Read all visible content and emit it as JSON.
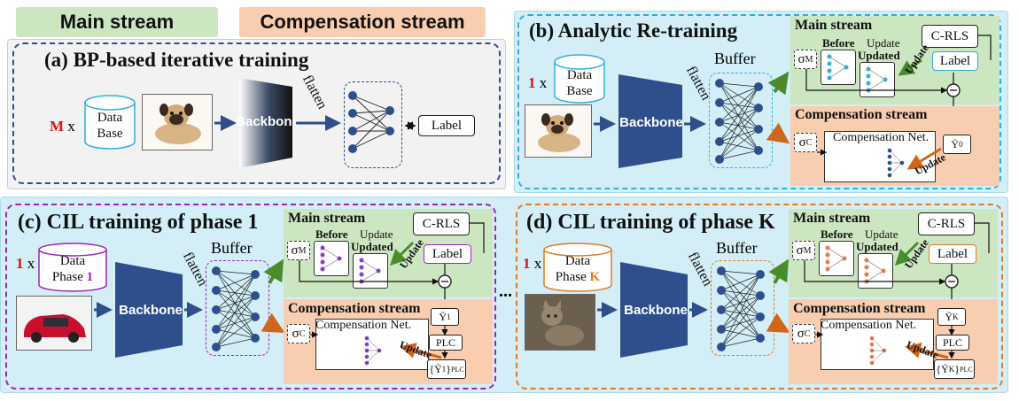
{
  "legend": {
    "main": "Main stream",
    "compensation": "Compensation stream"
  },
  "colors": {
    "main_bg": "#cde6c2",
    "comp_bg": "#f9cdb0",
    "cyan_bg": "#d3eef7",
    "gray_bg": "#f2f2f2",
    "backbone": "#2e4f8c",
    "panel_b_border": "#2bb0e0",
    "panel_c_border": "#a020c0",
    "panel_d_border": "#e07a20",
    "a_border": "#2c4d8f",
    "red": "#e01010",
    "orange": "#e07a20",
    "purple": "#a020c0"
  },
  "panel_a": {
    "title": "(a) BP-based iterative training",
    "multiplier": "M",
    "times": "x",
    "db_line1": "Data",
    "db_line2": "Base",
    "backbone": "Backbone",
    "flatten": "flatten",
    "label": "Label"
  },
  "panel_b": {
    "title": "(b) Analytic Re-training",
    "multiplier": "1",
    "times": "x",
    "db_line1": "Data",
    "db_line2": "Base",
    "backbone": "Backbone",
    "flatten": "flatten",
    "buffer": "Buffer",
    "main_stream": "Main stream",
    "before": "Before",
    "update": "Update",
    "updated": "Updated",
    "crls": "C-RLS",
    "label": "Label",
    "update_arrow": "Update",
    "sigma_m": "σ",
    "sigma_m_sub": "M",
    "comp_stream": "Compensation stream",
    "sigma_c": "σ",
    "sigma_c_sub": "C",
    "comp_net": "Compensation Net.",
    "y0": "Ỹ",
    "y0_sub": "0",
    "comp_update": "Update"
  },
  "panel_c": {
    "title": "(c) CIL training of phase 1",
    "multiplier": "1",
    "times": "x",
    "db_line1": "Data",
    "db_line2": "Phase ",
    "phase_num": "1",
    "backbone": "Backbone",
    "flatten": "flatten",
    "buffer": "Buffer",
    "main_stream": "Main stream",
    "before": "Before",
    "update": "Update",
    "updated": "Updated",
    "crls": "C-RLS",
    "label": "Label",
    "update_arrow": "Update",
    "sigma_m": "σ",
    "sigma_m_sub": "M",
    "comp_stream": "Compensation stream",
    "sigma_c": "σ",
    "sigma_c_sub": "C",
    "comp_net": "Compensation Net.",
    "y": "Ỹ",
    "y_sub": "1",
    "plc": "PLC",
    "ys": "{Ỹ",
    "ys_sub": "1",
    "ys_tail": "}",
    "ys_plc": "PLC",
    "comp_update": "Update"
  },
  "ellipsis": "...",
  "panel_d": {
    "title": "(d) CIL training of phase K",
    "multiplier": "1",
    "times": "x",
    "db_line1": "Data",
    "db_line2": "Phase ",
    "phase_num": "K",
    "backbone": "Backbone",
    "flatten": "flatten",
    "buffer": "Buffer",
    "main_stream": "Main stream",
    "before": "Before",
    "update": "Update",
    "updated": "Updated",
    "crls": "C-RLS",
    "label": "Label",
    "update_arrow": "Update",
    "sigma_m": "σ",
    "sigma_m_sub": "M",
    "comp_stream": "Compensation stream",
    "sigma_c": "σ",
    "sigma_c_sub": "C",
    "comp_net": "Compensation Net.",
    "y": "Ỹ",
    "y_sub": "K",
    "plc": "PLC",
    "ys": "{Ỹ",
    "ys_sub": "K",
    "ys_tail": "}",
    "ys_plc": "PLC",
    "comp_update": "Update"
  }
}
